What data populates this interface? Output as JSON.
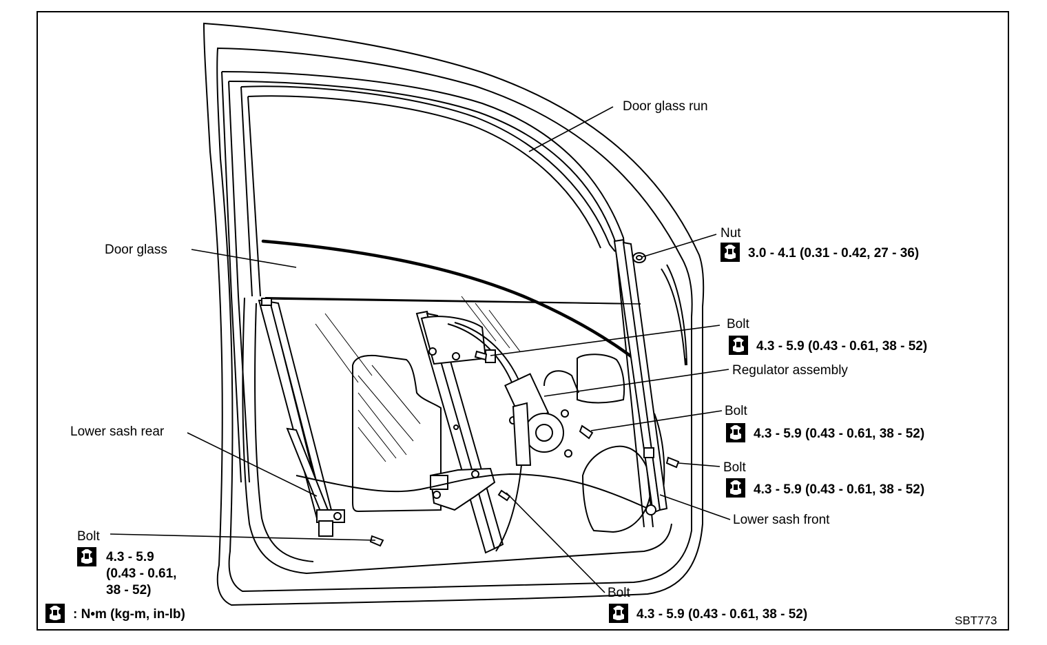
{
  "labels": {
    "door_glass_run": "Door glass run",
    "door_glass": "Door glass",
    "nut": "Nut",
    "regulator_assembly": "Regulator assembly",
    "lower_sash_rear": "Lower sash rear",
    "lower_sash_front": "Lower sash front",
    "bolt": "Bolt"
  },
  "torques": {
    "nut": "3.0 - 4.1 (0.31 - 0.42, 27 - 36)",
    "bolt_standard": "4.3 - 5.9 (0.43 - 0.61, 38 - 52)",
    "bolt_rear_line1": "4.3 - 5.9",
    "bolt_rear_line2": "(0.43 - 0.61,",
    "bolt_rear_line3": "38 - 52)"
  },
  "legend": {
    "unit_text": ": N•m (kg-m, in-lb)",
    "icon": "torque-wrench-icon"
  },
  "figure_code": "SBT773"
}
